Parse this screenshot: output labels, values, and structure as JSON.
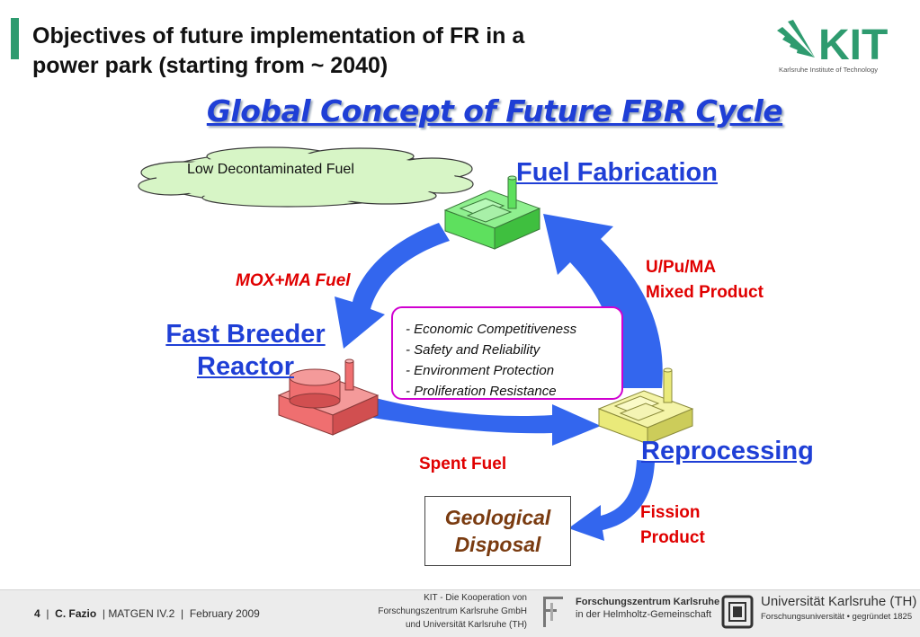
{
  "colors": {
    "accent": "#2e9b6f",
    "arrow_blue": "#3366ee",
    "title_blue": "#1f3fd6",
    "label_red": "#e00000",
    "geo_brown": "#7a3b10",
    "box_border": "#d000d0",
    "fuel_plant": "#5ee05e",
    "reactor_plant": "#ef6f70",
    "reprocessing_plant": "#eaea7a",
    "cloud": "#d7f5c6"
  },
  "header": {
    "title_line1": "Objectives of future implementation of FR in a",
    "title_line2": "power park (starting from ~ 2040)",
    "logo_text": "KIT",
    "logo_caption": "Karlsruhe Institute of Technology"
  },
  "subtitle": "Global Concept of Future FBR Cycle",
  "diagram": {
    "cloud_label": "Low Decontaminated Fuel",
    "fuel_fabrication": "Fuel Fabrication",
    "fast_breeder_line1": "Fast Breeder",
    "fast_breeder_line2": "Reactor",
    "reprocessing": "Reprocessing",
    "mox_label": "MOX+MA Fuel",
    "upu_line1": "U/Pu/MA",
    "upu_line2": "Mixed Product",
    "spent_fuel": "Spent Fuel",
    "fission_line1": "Fission",
    "fission_line2": "Product",
    "geo_line1": "Geological",
    "geo_line2": "Disposal",
    "objectives": [
      "- Economic Competitiveness",
      "- Safety and Reliability",
      "- Environment  Protection",
      "- Proliferation Resistance"
    ]
  },
  "footer": {
    "page_number": "4",
    "author": "C. Fazio",
    "meeting": "MATGEN IV.2",
    "date": "February 2009",
    "sep": "|",
    "coop_line1": "KIT - Die Kooperation von",
    "coop_line2": "Forschungszentrum Karlsruhe GmbH",
    "coop_line3": "und Universität Karlsruhe (TH)",
    "fzk_line1": "Forschungszentrum Karlsruhe",
    "fzk_line2": "in der Helmholtz-Gemeinschaft",
    "uni_name": "Universität Karlsruhe (TH)",
    "uni_tagline": "Forschungsuniversität • gegründet 1825"
  }
}
